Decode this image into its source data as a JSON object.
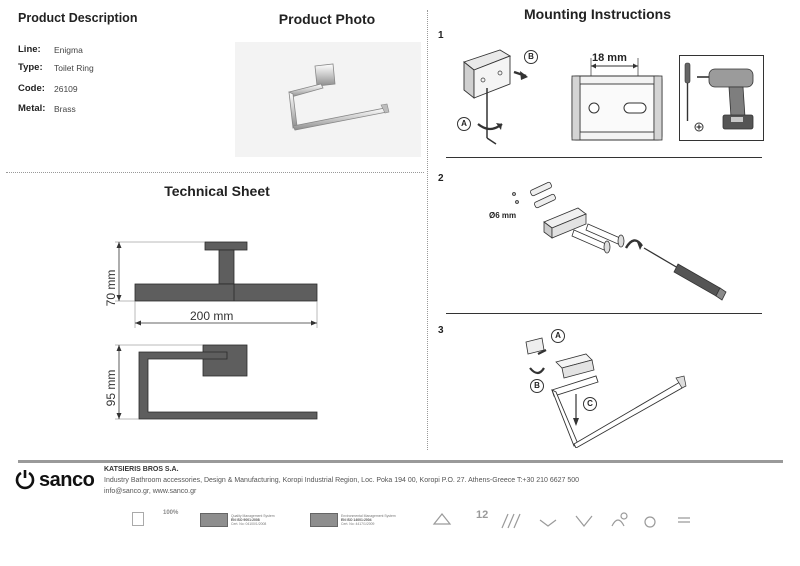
{
  "sections": {
    "product_description": "Product Description",
    "product_photo": "Product Photo",
    "mounting_instructions": "Mounting Instructions",
    "technical_sheet": "Technical Sheet"
  },
  "product": {
    "line_label": "Line:",
    "line_value": "Enigma",
    "type_label": "Type:",
    "type_value": "Toilet Ring",
    "code_label": "Code:",
    "code_value": "26109",
    "metal_label": "Metal:",
    "metal_value": "Brass"
  },
  "technical": {
    "height": "70 mm",
    "width": "200 mm",
    "depth": "95 mm"
  },
  "steps": {
    "step1": "1",
    "step2": "2",
    "step3": "3",
    "spacing": "18 mm",
    "drill_diameter": "Ø6 mm",
    "callout_a": "A",
    "callout_b": "B",
    "callout_c": "C"
  },
  "footer": {
    "brand": "sanco",
    "company": "KATSIERIS BROS S.A.",
    "address": "Industry Bathroom accessories, Design & Manufacturing, Koropi Industrial Region, Loc. Poka 194 00, Koropi P.O. 27. Athens-Greece   T:+30 210 6627 500",
    "web": "info@sanco.gr, www.sanco.gr",
    "cert1_title": "Quality Management System",
    "cert1_std": "EN ISO 9001:2008",
    "cert1_no": "Cert. No: 04100/1/2008",
    "cert2_title": "Environmental Management System",
    "cert2_std": "EN ISO 14001:2004",
    "cert2_no": "Cert. No: 4417/1/2009",
    "badge_100": "100%",
    "badge_12": "12"
  },
  "colors": {
    "drawing_fill": "#5e5e5e",
    "drawing_stroke": "#2a2a2a",
    "footer_bar": "#9a9a9a"
  }
}
